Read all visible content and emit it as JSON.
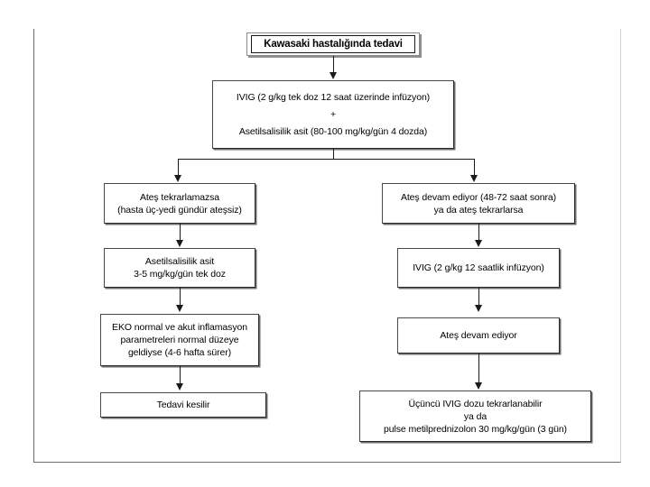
{
  "document": {
    "kind": "clinical-treatment-flowchart",
    "language": "tr"
  },
  "flowchart": {
    "title_node": {
      "id": "kawasaki-title",
      "lines": [
        "Kawasaki hastalığında tedavi"
      ]
    },
    "nodes": [
      {
        "id": "initial-therapy",
        "lines": [
          "IVIG (2 g/kg tek doz 12 saat üzerinde infüzyon)",
          "+",
          "Asetilsalisilik asit (80-100 mg/kg/gün 4 dozda)"
        ]
      },
      {
        "id": "no-fever-recurrence",
        "lines": [
          "Ateş tekrarlamazsa",
          "(hasta üç-yedi gündür ateşsiz)"
        ]
      },
      {
        "id": "fever-persists",
        "lines": [
          "Ateş devam ediyor (48-72 saat sonra)",
          "ya da ateş tekrarlarsa"
        ]
      },
      {
        "id": "low-dose-asa",
        "lines": [
          "Asetilsalisilik asit",
          "3-5 mg/kg/gün tek doz"
        ]
      },
      {
        "id": "second-ivig",
        "lines": [
          "IVIG (2 g/kg 12 saatlik infüzyon)"
        ]
      },
      {
        "id": "eko-normal",
        "lines": [
          "EKO normal ve akut inflamasyon",
          "parametreleri normal düzeye",
          "geldiyse (4-6 hafta sürer)"
        ]
      },
      {
        "id": "fever-still-persists",
        "lines": [
          "Ateş devam ediyor"
        ]
      },
      {
        "id": "stop-treatment",
        "lines": [
          "Tedavi kesilir"
        ]
      },
      {
        "id": "third-ivig-or-steroid",
        "lines": [
          "Üçüncü IVIG dozu tekrarlanabilir",
          "ya da",
          "pulse metilprednizolon 30 mg/kg/gün (3 gün)"
        ]
      }
    ],
    "colors": {
      "box_border": "#2a2a2a",
      "box_shadow": "#6e6e6e",
      "connector": "#1a1a1a",
      "background": "#ffffff",
      "frame_border": "#6b6b70"
    }
  }
}
